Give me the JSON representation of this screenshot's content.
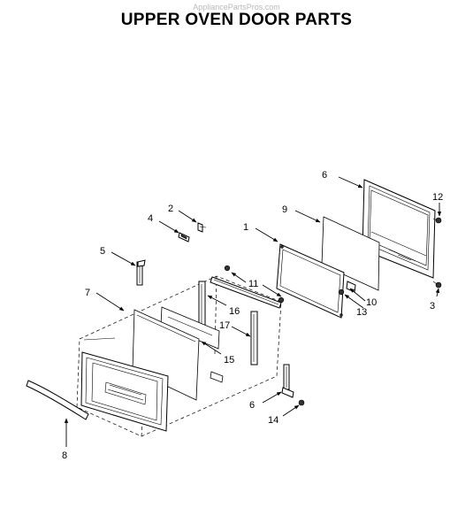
{
  "watermark": "AppliancePartsPros.com",
  "title": "UPPER OVEN DOOR PARTS",
  "callouts": [
    "1",
    "2",
    "3",
    "4",
    "5",
    "6",
    "6",
    "7",
    "8",
    "9",
    "10",
    "11",
    "12",
    "13",
    "14",
    "15",
    "16",
    "17"
  ]
}
